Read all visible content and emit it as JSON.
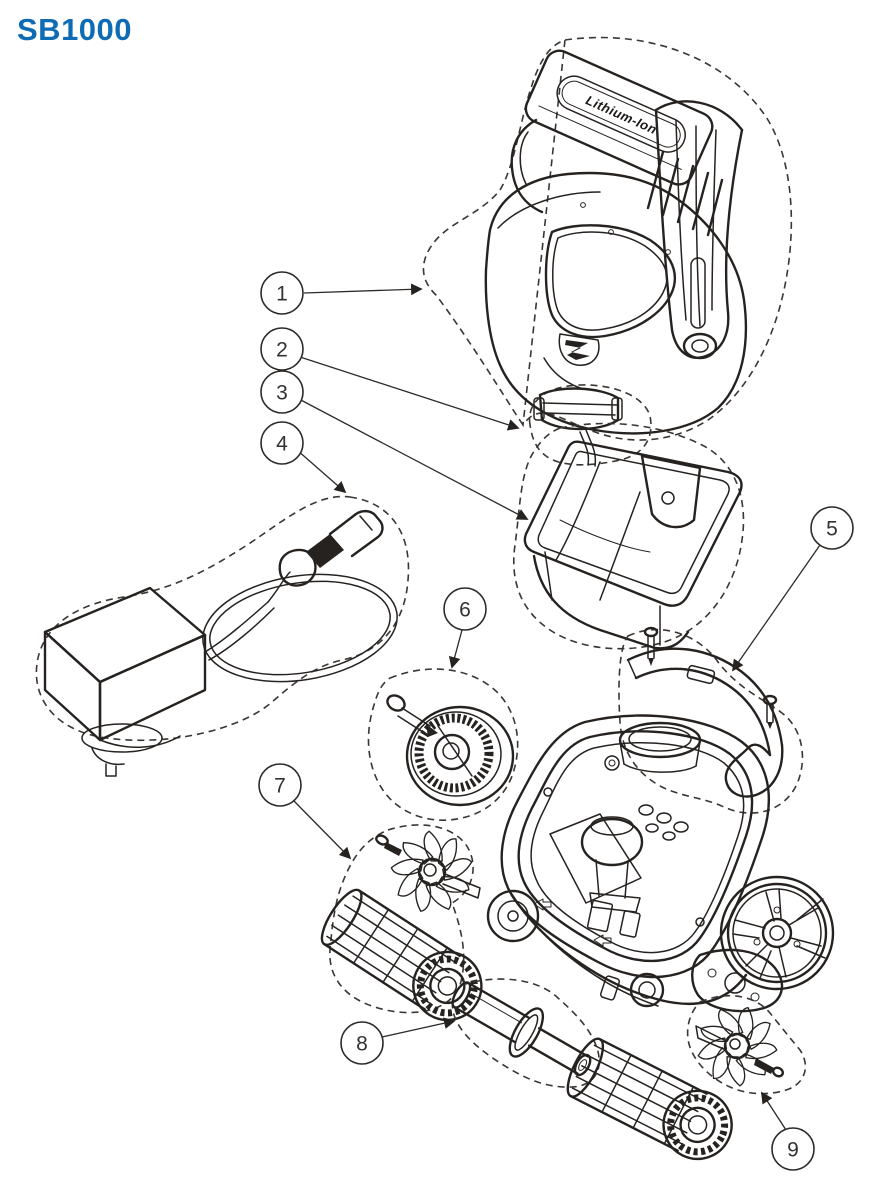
{
  "page": {
    "title": "SB1000"
  },
  "colors": {
    "title_blue": "#0e6cb5",
    "line_art": "#262220",
    "background": "#ffffff"
  },
  "diagram": {
    "type": "exploded-parts-diagram",
    "battery_label": "Lithium-Ion",
    "callouts": [
      {
        "number": "1"
      },
      {
        "number": "2"
      },
      {
        "number": "3"
      },
      {
        "number": "4"
      },
      {
        "number": "5"
      },
      {
        "number": "6"
      },
      {
        "number": "7"
      },
      {
        "number": "8"
      },
      {
        "number": "9"
      }
    ]
  }
}
